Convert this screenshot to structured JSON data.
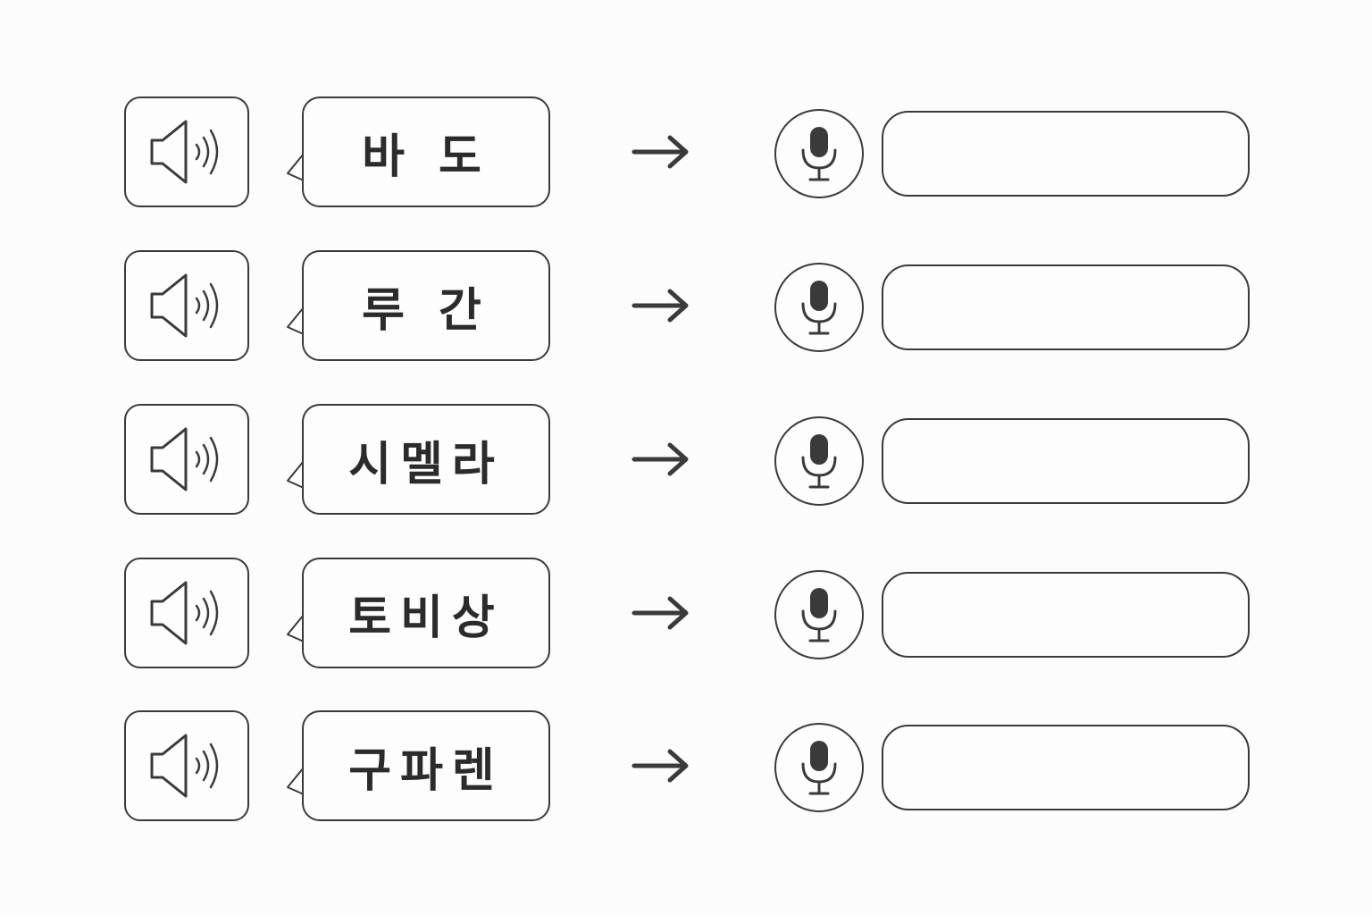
{
  "rows": [
    {
      "word": "바 도",
      "answer_value": "",
      "speaker_icon": "speaker-icon",
      "mic_icon": "microphone-icon",
      "arrow_icon": "arrow-right-icon"
    },
    {
      "word": "루 간",
      "answer_value": "",
      "speaker_icon": "speaker-icon",
      "mic_icon": "microphone-icon",
      "arrow_icon": "arrow-right-icon"
    },
    {
      "word": "시멜라",
      "answer_value": "",
      "speaker_icon": "speaker-icon",
      "mic_icon": "microphone-icon",
      "arrow_icon": "arrow-right-icon"
    },
    {
      "word": "토비상",
      "answer_value": "",
      "speaker_icon": "speaker-icon",
      "mic_icon": "microphone-icon",
      "arrow_icon": "arrow-right-icon"
    },
    {
      "word": "구파렌",
      "answer_value": "",
      "speaker_icon": "speaker-icon",
      "mic_icon": "microphone-icon",
      "arrow_icon": "arrow-right-icon"
    }
  ],
  "colors": {
    "stroke": "#3a3a3a",
    "text": "#2b2b2b",
    "background": "#fcfcfc"
  }
}
